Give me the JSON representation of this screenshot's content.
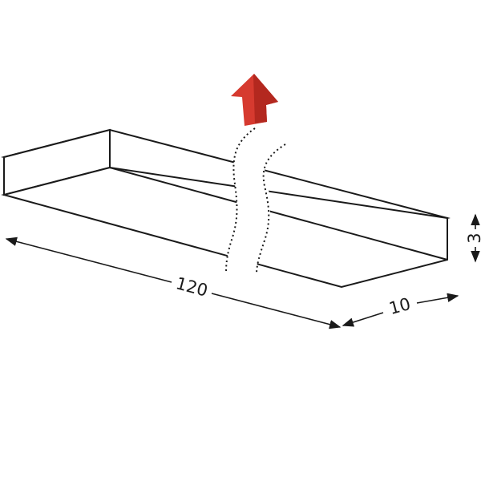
{
  "diagram": {
    "dimensions": {
      "length": "120",
      "depth": "10",
      "height": "3"
    },
    "colors": {
      "line": "#1a1a1a",
      "arrow_fill": "#d63a2f",
      "arrow_shade": "#b3281f",
      "background": "#ffffff"
    },
    "icons": {
      "up_arrow": "up-arrow-icon",
      "break_marks": "cut-break-lines"
    }
  }
}
